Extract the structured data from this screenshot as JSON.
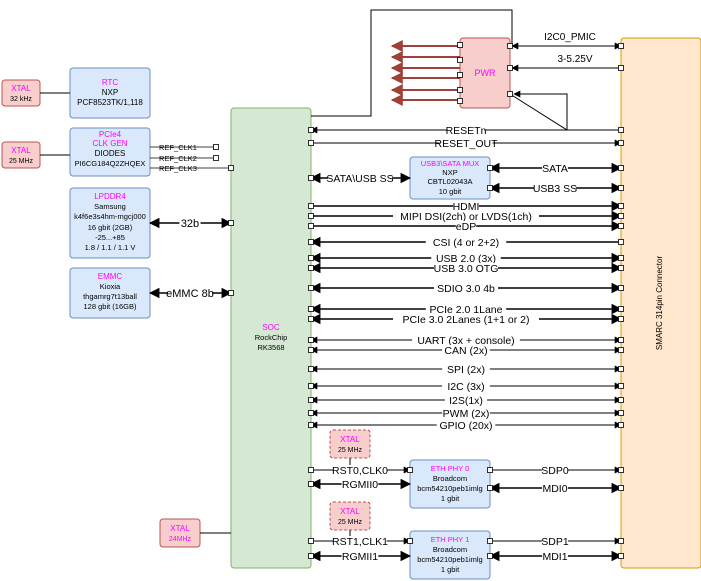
{
  "colors": {
    "blue_fill": "#dae8fc",
    "blue_stroke": "#6c8ebf",
    "green_fill": "#d5e8d4",
    "green_stroke": "#82b366",
    "orange_fill": "#ffe6cc",
    "orange_stroke": "#d79b00",
    "red_fill": "#f8cecc",
    "red_stroke": "#b85450",
    "magenta": "#ff00ff",
    "power_arrow": "#a0403a",
    "line": "#000000"
  },
  "blocks": {
    "xtal_rtc": {
      "title": "XTAL",
      "sub": "32 kHz"
    },
    "xtal_pcie": {
      "title": "XTAL",
      "sub": "25 MHz"
    },
    "xtal_soc": {
      "title": "XTAL",
      "sub": "24MHz"
    },
    "xtal_eth0": {
      "title": "XTAL",
      "sub": "25 MHz"
    },
    "xtal_eth1": {
      "title": "XTAL",
      "sub": "25 MHz"
    },
    "rtc": {
      "title": "RTC",
      "line1": "NXP",
      "line2": "PCF8523TK/1,118"
    },
    "clkgen": {
      "title1": "PCIe4",
      "title2": "CLK GEN",
      "line1": "DIODES",
      "line2": "PI6CG184Q2ZHQEX"
    },
    "lpddr4": {
      "title": "LPDDR4",
      "line1": "Samsung",
      "line2": "k4f6e3s4hm-mgcj000",
      "line3": "16 gbit (2GB)",
      "line4": "-25...+85",
      "line5": "1.8 / 1.1 / 1.1 V"
    },
    "emmc": {
      "title": "EMMC",
      "line1": "Kioxia",
      "line2": "thgamrg7t13ball",
      "line3": "128 gbit (16GB)"
    },
    "soc": {
      "title": "SOC",
      "line1": "RockChip",
      "line2": "RK3568"
    },
    "mux": {
      "title": "USB3\\SATA MUX",
      "line1": "NXP",
      "line2": "CBTL02043A",
      "line3": "10 gbit"
    },
    "pwr": {
      "title": "PWR"
    },
    "eth0": {
      "title": "ETH PHY 0",
      "line1": "Broadcom",
      "line2": "bcm54210peb1imlg",
      "line3": "1 gbit"
    },
    "eth1": {
      "title": "ETH PHY 1",
      "line1": "Broadcom",
      "line2": "bcm54210peb1imlg",
      "line3": "1 gbit"
    },
    "smarc": {
      "title": "SMARC 314pin Connector"
    }
  },
  "labels": {
    "ref_clk1": "REF_CLK1",
    "ref_clk2": "REF_CLK2",
    "ref_clk3": "REF_CLK3",
    "ddr_bus": "32b",
    "emmc_bus": "eMMC 8b",
    "i2c_pmic": "I2C0_PMIC",
    "supply": "3-5.25V",
    "resetn": "RESETn",
    "reset_out": "RESET_OUT",
    "sata_usb": "SATA\\USB SS",
    "sata": "SATA",
    "usb3ss": "USB3 SS",
    "hdmi": "HDMI",
    "mipi": "MIPI DSI(2ch) or LVDS(1ch)",
    "edp": "eDP",
    "csi": "CSI (4 or 2+2)",
    "usb2": "USB 2.0 (3x)",
    "usb3otg": "USB 3.0 OTG",
    "sdio": "SDIO 3.0 4b",
    "pcie2": "PCIe 2.0 1Lane",
    "pcie3": "PCIe 3.0 2Lanes (1+1 or 2)",
    "uart": "UART (3x + console)",
    "can": "CAN (2x)",
    "spi": "SPI (2x)",
    "i2c": "I2C (3x)",
    "i2s": "I2S(1x)",
    "pwm": "PWM (2x)",
    "gpio": "GPIO (20x)",
    "rst0": "RST0,CLK0",
    "rgmii0": "RGMII0",
    "sdp0": "SDP0",
    "mdi0": "MDI0",
    "rst1": "RST1,CLK1",
    "rgmii1": "RGMII1",
    "sdp1": "SDP1",
    "mdi1": "MDI1"
  }
}
